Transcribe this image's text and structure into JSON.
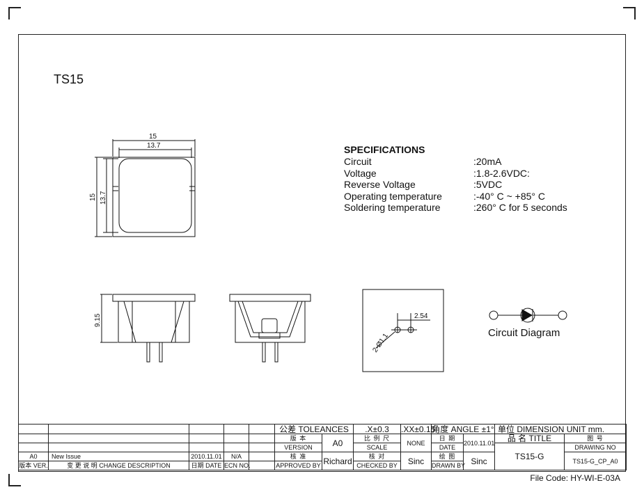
{
  "drawing_title": "TS15",
  "dimensions": {
    "top_width_outer": "15",
    "top_width_inner": "13.7",
    "side_height_outer": "15",
    "side_height_inner": "13.7",
    "height": "9.15",
    "pin_spacing": "2.54",
    "hole_dia": "2-Ø1.1"
  },
  "specifications": {
    "heading": "SPECIFICATIONS",
    "rows": [
      {
        "label": "Circuit",
        "value": ":20mA"
      },
      {
        "label": "Voltage",
        "value": ":1.8-2.6VDC:"
      },
      {
        "label": "Reverse Voltage",
        "value": ":5VDC"
      },
      {
        "label": "Operating temperature",
        "value": ":-40° C ~ +85° C"
      },
      {
        "label": "Soldering temperature",
        "value": ":260° C  for 5 seconds"
      }
    ]
  },
  "circuit_diagram_label": "Circuit Diagram",
  "title_block": {
    "tolerances": "公差 TOLEANCES",
    "tol_x": ".X±0.3",
    "tol_xx": ".XX±0.15",
    "angle": "角度 ANGLE ±1°",
    "unit": "单位  DIMENSION UNIT     mm.",
    "version_cn": "版 本",
    "version_en": "VERSION",
    "version_val": "A0",
    "scale_cn": "比 例 尺",
    "scale_en": "SCALE",
    "scale_val": "NONE",
    "date_cn": "日 期",
    "date_en": "DATE",
    "date_val": "2010.11.01",
    "title_cn": "品 名   TITLE",
    "drawing_no_cn": "图  号",
    "drawing_no_en": "DRAWING NO",
    "approved_cn": "核 准",
    "approved_en": "APPROVED BY",
    "approved_val": "Richard",
    "checked_cn": "核 对",
    "checked_en": "CHECKED BY",
    "checked_val": "Sinc",
    "drawn_cn": "绘 图",
    "drawn_en": "DRAWN BY",
    "drawn_val": "Sinc",
    "title_val": "TS15-G",
    "drawing_no_val": "TS15-G_CP_A0",
    "rev_ver": "A0",
    "rev_desc": "New Issue",
    "rev_date": "2010.11.01",
    "rev_ecn": "N/A",
    "hdr_ver": "版本 VER.",
    "hdr_desc": "变 更 说 明   CHANGE DESCRIPTION",
    "hdr_date": "日期 DATE",
    "hdr_ecn": "ECN NO."
  },
  "file_code": "File Code: HY-WI-E-03A"
}
